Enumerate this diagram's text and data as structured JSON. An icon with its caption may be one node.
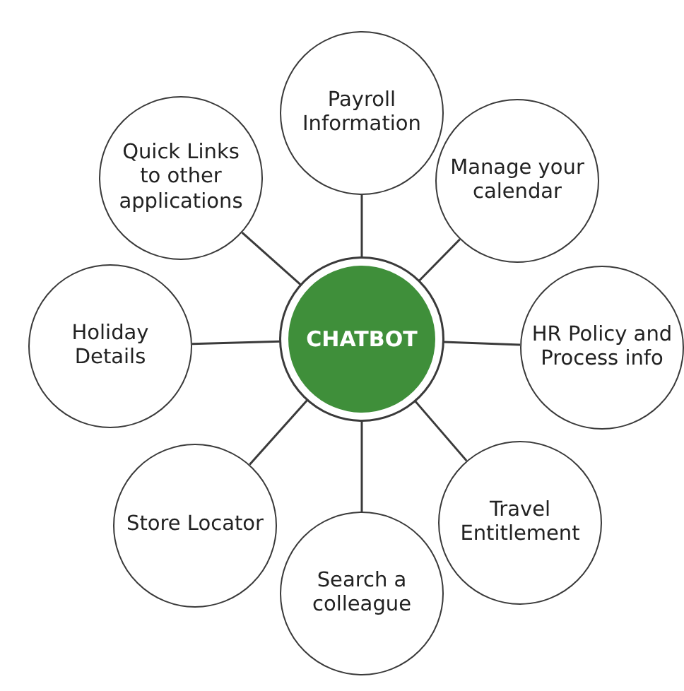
{
  "diagram": {
    "nodes": [
      {
        "text": [
          "CHATBOT"
        ]
      },
      {
        "text": [
          "Payroll Information"
        ]
      },
      {
        "text": [
          "Manage your calendar"
        ]
      },
      {
        "text": [
          "HR Policy and Process info"
        ]
      },
      {
        "text": [
          "Travel Entitlement"
        ]
      },
      {
        "text": [
          "Search a colleague"
        ]
      },
      {
        "text": [
          "Store Locator"
        ]
      },
      {
        "text": [
          "Holiday Details"
        ]
      },
      {
        "text": [
          "Quick Links to other applications"
        ]
      }
    ],
    "edges": [
      {
        "from": 0,
        "to": 1,
        "arrow": "none"
      },
      {
        "from": 0,
        "to": 2,
        "arrow": "none"
      },
      {
        "from": 0,
        "to": 3,
        "arrow": "none"
      },
      {
        "from": 0,
        "to": 4,
        "arrow": "none"
      },
      {
        "from": 0,
        "to": 5,
        "arrow": "none"
      },
      {
        "from": 0,
        "to": 6,
        "arrow": "none"
      },
      {
        "from": 0,
        "to": 7,
        "arrow": "none"
      },
      {
        "from": 0,
        "to": 8,
        "arrow": "none"
      }
    ]
  }
}
